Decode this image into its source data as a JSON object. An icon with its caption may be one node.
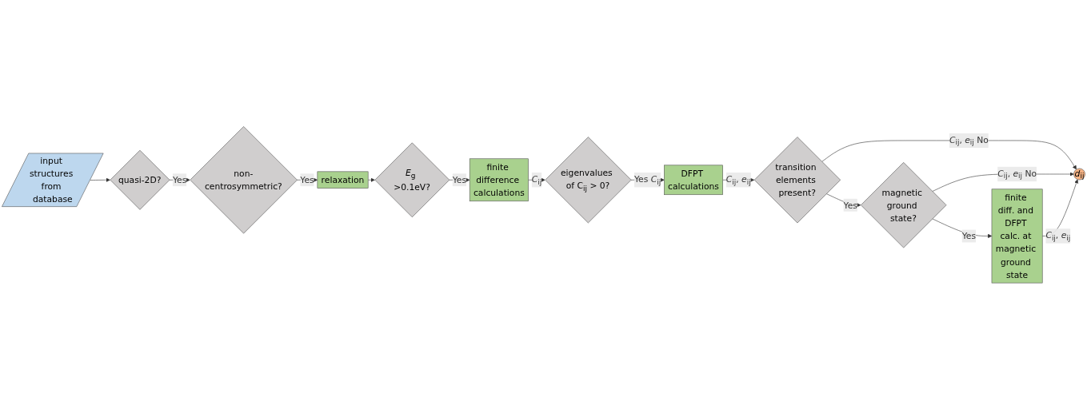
{
  "diagram": {
    "nodes": [
      {
        "text": [
          "input structures from database"
        ]
      },
      {
        "text": [
          "quasi-2D?"
        ]
      },
      {
        "text": [
          "non-centrosymmetric?"
        ]
      },
      {
        "text": [
          "relaxation"
        ]
      },
      {
        "text": [
          "*E*$_{g}$ >0.1eV?"
        ]
      },
      {
        "text": [
          "finite difference calculations"
        ]
      },
      {
        "text": [
          "eigenvalues of C$_{ij}$ > 0?"
        ]
      },
      {
        "text": [
          "DFPT calculations"
        ]
      },
      {
        "text": [
          "transition elements present?"
        ]
      },
      {
        "text": [
          "magnetic ground state?"
        ]
      },
      {
        "text": [
          "finite diff. and DFPT calc. at magnetic ground state"
        ]
      },
      {
        "text": [
          "*d*$_{ij}$"
        ]
      }
    ],
    "edges": [
      {
        "from": 0,
        "to": 1,
        "arrow": "to"
      },
      {
        "from": 1,
        "to": 2,
        "arrow": "to",
        "label": "Yes"
      },
      {
        "from": 2,
        "to": 3,
        "arrow": "to",
        "label": "Yes"
      },
      {
        "from": 3,
        "to": 4,
        "arrow": "to"
      },
      {
        "from": 4,
        "to": 5,
        "arrow": "to",
        "label": "Yes"
      },
      {
        "from": 5,
        "to": 6,
        "arrow": "to",
        "label": "*C*$_{ij}$"
      },
      {
        "from": 6,
        "to": 7,
        "arrow": "to",
        "label": "Yes *C*$_{ij}$"
      },
      {
        "from": 7,
        "to": 8,
        "arrow": "to",
        "label": "*C*$_{ij}$, *e*$_{ij}$"
      },
      {
        "from": 8,
        "to": 11,
        "arrow": "to",
        "label": "*C*$_{ij}$, *e*$_{ij}$ No"
      },
      {
        "from": 8,
        "to": 9,
        "arrow": "to",
        "label": "Yes"
      },
      {
        "from": 9,
        "to": 11,
        "arrow": "to",
        "label": "*C*$_{ij}$, *e*$_{ij}$ No"
      },
      {
        "from": 9,
        "to": 10,
        "arrow": "to",
        "label": "Yes"
      },
      {
        "from": 10,
        "to": 11,
        "arrow": "to",
        "label": "*C*$_{ij}$, *e*$_{ij}$"
      }
    ]
  }
}
